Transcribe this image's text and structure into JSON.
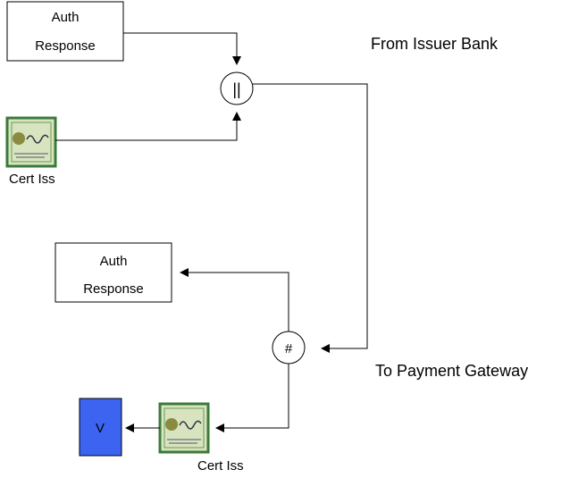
{
  "top_section": {
    "auth_response_line1": "Auth",
    "auth_response_line2": "Response",
    "operator": "||",
    "cert_label": "Cert Iss",
    "caption": "From Issuer Bank"
  },
  "bottom_section": {
    "auth_response_line1": "Auth",
    "auth_response_line2": "Response",
    "operator": "#",
    "cert_label": "Cert Iss",
    "verify_label": "V",
    "caption": "To Payment Gateway"
  },
  "colors": {
    "verify_box": "#3d64f0",
    "cert_border": "#3c7a3c",
    "cert_background": "#d8e4c0"
  }
}
